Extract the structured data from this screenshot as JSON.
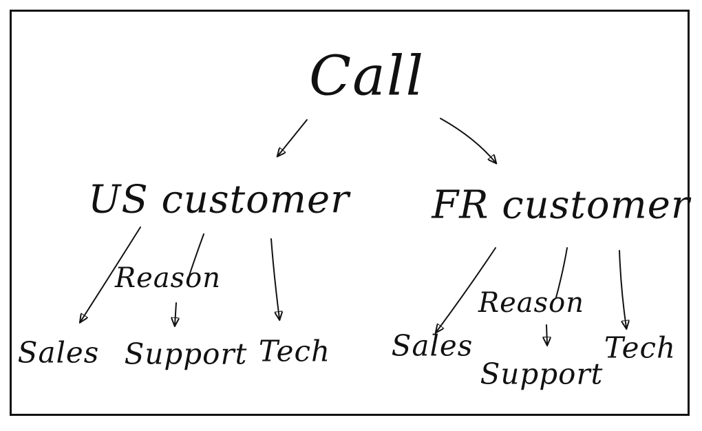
{
  "diagram": {
    "root": "Call",
    "us": {
      "label": "US customer",
      "reason": "Reason",
      "sales": "Sales",
      "support": "Support",
      "tech": "Tech"
    },
    "fr": {
      "label": "FR customer",
      "reason": "Reason",
      "sales": "Sales",
      "support": "Support",
      "tech": "Tech"
    }
  },
  "colors": {
    "ink": "#111111",
    "background": "#ffffff"
  }
}
